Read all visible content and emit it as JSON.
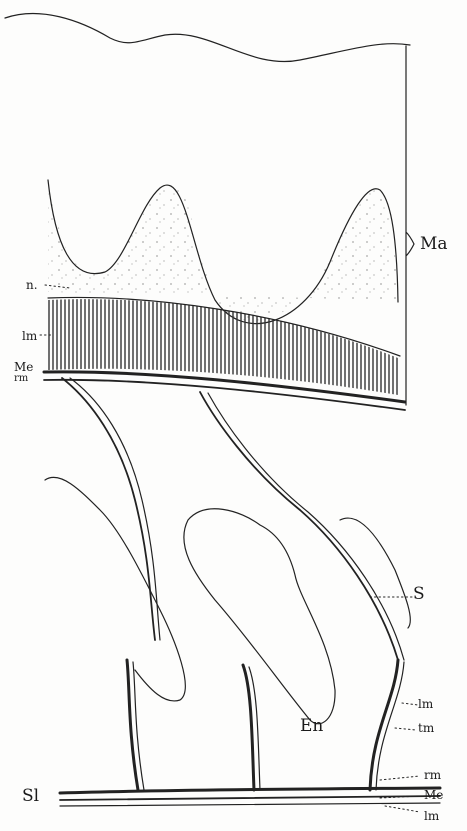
{
  "labels": {
    "Ma": "Ma",
    "n": "n.",
    "lm_top": "lm",
    "Me_top": "Me",
    "rm_top": "rm",
    "S": "S",
    "En": "En",
    "lm_mid": "lm",
    "tm": "tm",
    "Sl": "Sl",
    "rm_bot": "rm",
    "Me_bot": "Me",
    "lm_bot": "lm"
  }
}
